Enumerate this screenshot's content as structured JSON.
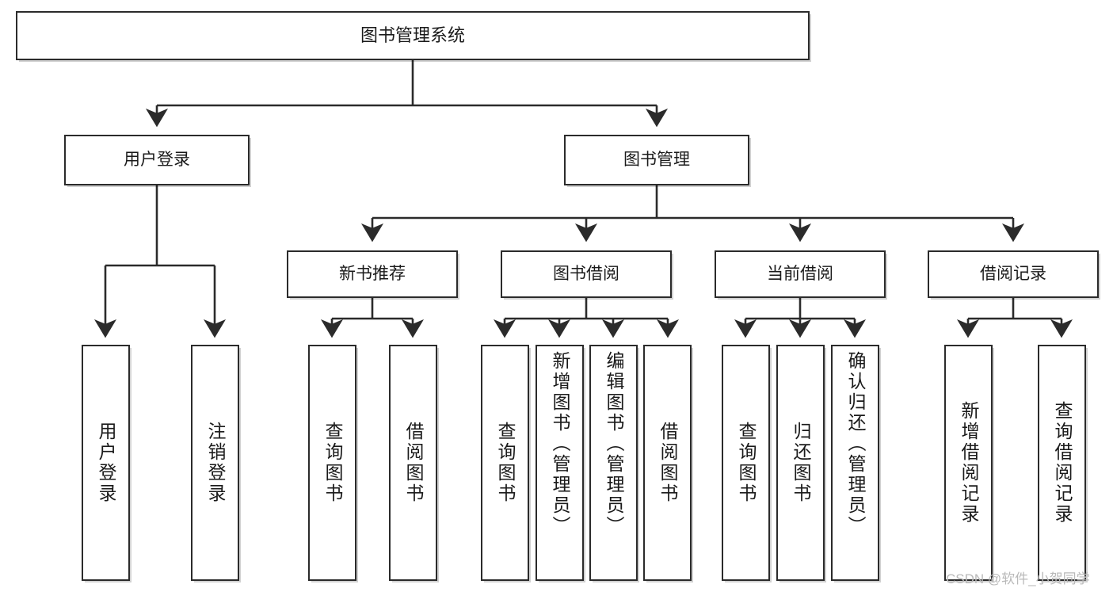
{
  "diagram": {
    "title": "图书管理系统",
    "type": "tree",
    "watermark": "CSDN @软件_小贺同学",
    "colors": {
      "box_border": "#2b2b2b",
      "box_fill": "#ffffff",
      "line": "#2b2b2b",
      "text": "#1a1a1a",
      "watermark": "#b9b9b9"
    },
    "nodes": {
      "root": {
        "label": "图书管理系统"
      },
      "level2": [
        {
          "id": "user-login",
          "label": "用户登录"
        },
        {
          "id": "book-management",
          "label": "图书管理"
        }
      ],
      "level3": [
        {
          "id": "new-book-recommend",
          "label": "新书推荐"
        },
        {
          "id": "book-borrow",
          "label": "图书借阅"
        },
        {
          "id": "current-borrow",
          "label": "当前借阅"
        },
        {
          "id": "borrow-record",
          "label": "借阅记录"
        }
      ],
      "leaves": {
        "user-login": [
          {
            "id": "leaf-user-login",
            "label": "用户登录"
          },
          {
            "id": "leaf-logout-login",
            "label": "注销登录"
          }
        ],
        "new-book-recommend": [
          {
            "id": "leaf-query-book-1",
            "label": "查询图书"
          },
          {
            "id": "leaf-borrow-book-1",
            "label": "借阅图书"
          }
        ],
        "book-borrow": [
          {
            "id": "leaf-query-book-2",
            "label": "查询图书"
          },
          {
            "id": "leaf-add-book",
            "label": "新增图书（管理员）"
          },
          {
            "id": "leaf-edit-book",
            "label": "编辑图书（管理员）"
          },
          {
            "id": "leaf-borrow-book-2",
            "label": "借阅图书"
          }
        ],
        "current-borrow": [
          {
            "id": "leaf-query-book-3",
            "label": "查询图书"
          },
          {
            "id": "leaf-return-book",
            "label": "归还图书"
          },
          {
            "id": "leaf-confirm-return",
            "label": "确认归还（管理员）"
          }
        ],
        "borrow-record": [
          {
            "id": "leaf-add-record",
            "label": "新增借阅记录"
          },
          {
            "id": "leaf-query-record",
            "label": "查询借阅记录"
          }
        ]
      }
    }
  }
}
